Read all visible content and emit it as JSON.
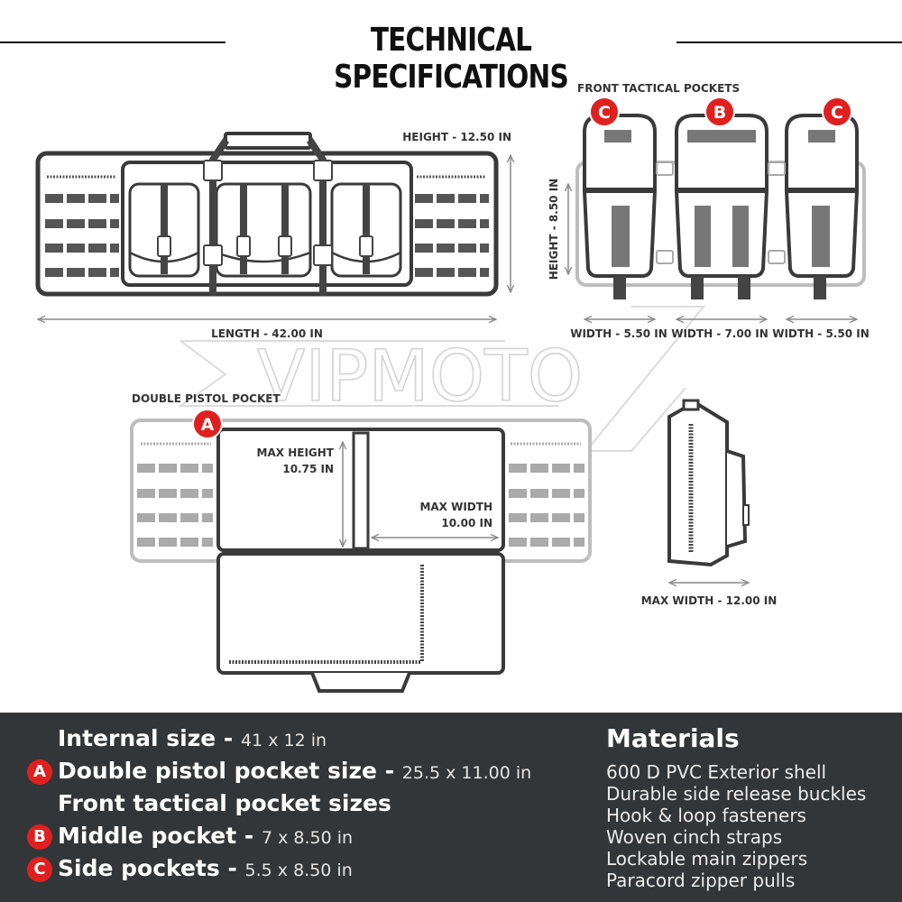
{
  "title": "TECHNICAL SPECIFICATIONS",
  "watermark": "VIPMOTO",
  "colors": {
    "accent_red": "#e0201f",
    "panel_bg": "#333638",
    "line_dark": "#333333",
    "line_light": "#aaaaaa"
  },
  "diagram": {
    "main_case": {
      "height_label": "HEIGHT - 12.50 IN",
      "length_label": "LENGTH - 42.00 IN"
    },
    "front_pockets": {
      "section_label": "FRONT TACTICAL POCKETS",
      "height_label": "HEIGHT - 8.50 IN",
      "badges": [
        "C",
        "B",
        "C"
      ],
      "widths": [
        "WIDTH - 5.50 IN",
        "WIDTH - 7.00 IN",
        "WIDTH - 5.50 IN"
      ]
    },
    "pistol_pocket": {
      "section_label": "DOUBLE PISTOL POCKET",
      "badge": "A",
      "max_height_label": "MAX HEIGHT",
      "max_height_value": "10.75 IN",
      "max_width_label": "MAX WIDTH",
      "max_width_value": "10.00 IN"
    },
    "side_view": {
      "max_width_label": "MAX WIDTH - 12.00 IN"
    }
  },
  "specs": [
    {
      "badge": "",
      "label": "Internal size - ",
      "value": "41 x 12 in"
    },
    {
      "badge": "A",
      "label": "Double pistol pocket size - ",
      "value": "25.5 x 11.00 in"
    },
    {
      "badge": "",
      "label": "Front tactical pocket sizes",
      "value": ""
    },
    {
      "badge": "B",
      "label": "Middle pocket - ",
      "value": "7 x 8.50 in"
    },
    {
      "badge": "C",
      "label": "Side pockets - ",
      "value": "5.5 x 8.50 in"
    }
  ],
  "materials": {
    "title": "Materials",
    "items": [
      "600 D PVC  Exterior shell",
      "Durable side release buckles",
      "Hook & loop fasteners",
      "Woven cinch straps",
      "Lockable main zippers",
      "Paracord zipper pulls"
    ]
  }
}
